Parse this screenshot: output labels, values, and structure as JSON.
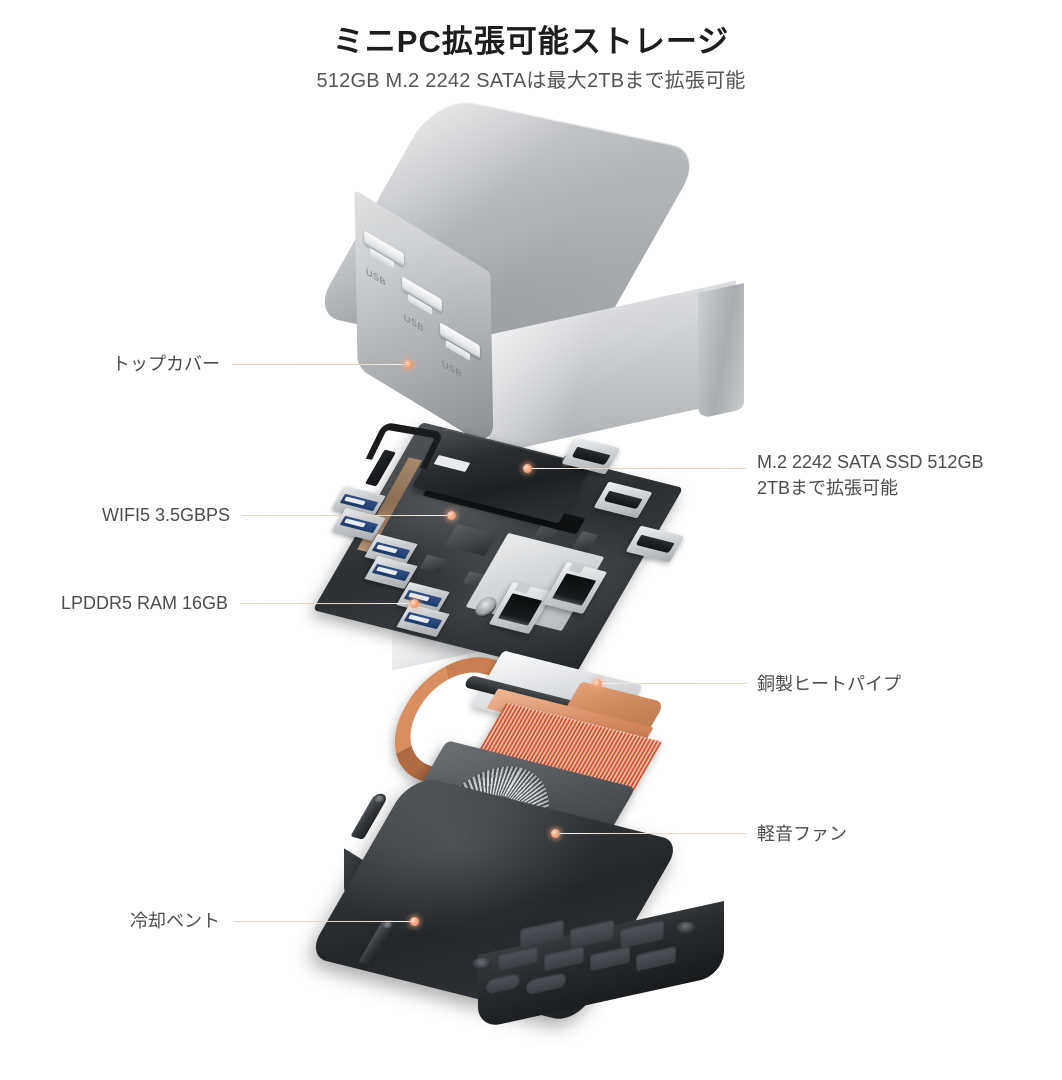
{
  "header": {
    "title": "ミニPC拡張可能ストレージ",
    "subtitle": "512GB M.2 2242 SATAは最大2TBまで拡張可能"
  },
  "callouts": {
    "top_cover": "トップカバー",
    "wifi": "WIFI5 3.5GBPS",
    "ram": "LPDDR5 RAM 16GB",
    "ssd_line1": "M.2 2242 SATA SSD 512GB",
    "ssd_line2": "2TBまで拡張可能",
    "heatpipe": "銅製ヒートパイプ",
    "fan": "軽音ファン",
    "vent": "冷却ベント"
  },
  "port_labels": {
    "usb": "USB"
  },
  "colors": {
    "background": "#ffffff",
    "title_text": "#1d1d1d",
    "subtitle_text": "#555555",
    "callout_text": "#4c4c4c",
    "leader_line": "#e4d3c3",
    "leader_dot": "#f3a982",
    "aluminium": "#b0b3b7",
    "pcb_dark": "#2c3033",
    "copper": "#c97f52",
    "fin_red": "#d4502f",
    "base_black": "#232629"
  }
}
